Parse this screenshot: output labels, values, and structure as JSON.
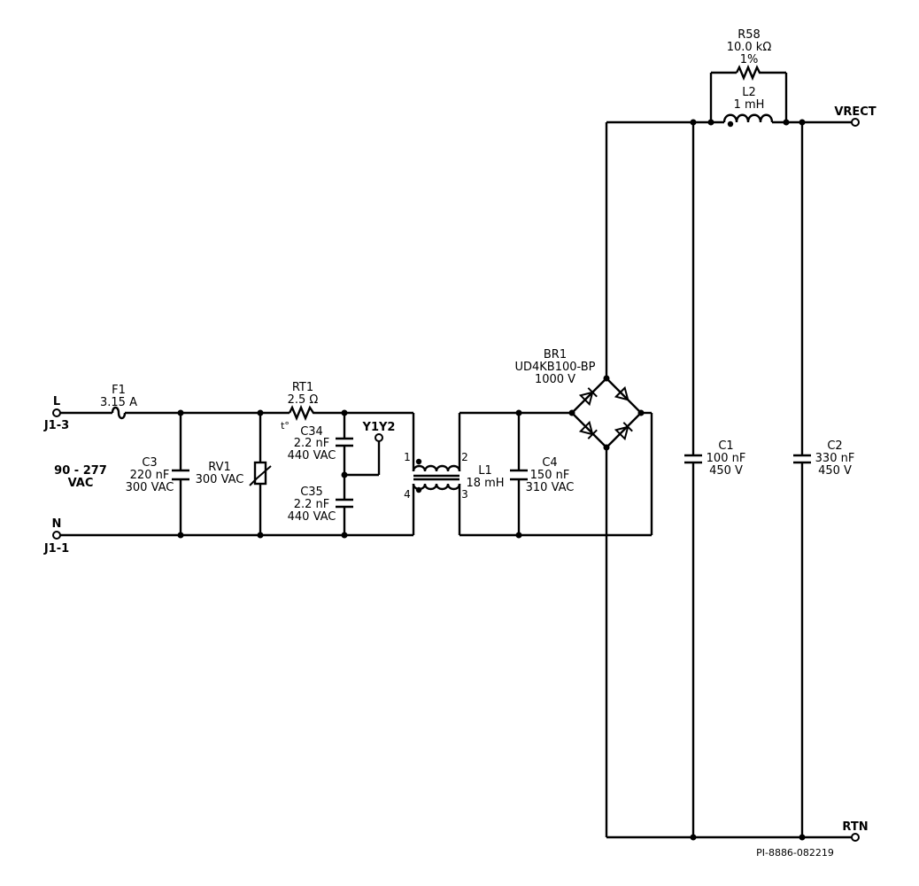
{
  "terminals": {
    "line": "L",
    "line_conn": "J1-3",
    "neutral": "N",
    "neutral_conn": "J1-1",
    "input_v1": "90 - 277",
    "input_v2": "VAC",
    "vrect": "VRECT",
    "rtn": "RTN",
    "y1y2": "Y1Y2"
  },
  "components": {
    "f1": {
      "ref": "F1",
      "value": "3.15 A"
    },
    "c3": {
      "ref": "C3",
      "value": "220 nF",
      "rating": "300 VAC"
    },
    "rv1": {
      "ref": "RV1",
      "rating": "300 VAC"
    },
    "rt1": {
      "ref": "RT1",
      "value": "2.5 Ω",
      "symbol": "t°"
    },
    "c34": {
      "ref": "C34",
      "value": "2.2 nF",
      "rating": "440 VAC"
    },
    "c35": {
      "ref": "C35",
      "value": "2.2 nF",
      "rating": "440 VAC"
    },
    "l1": {
      "ref": "L1",
      "value": "18 mH",
      "pins": [
        "1",
        "2",
        "4",
        "3"
      ]
    },
    "c4": {
      "ref": "C4",
      "value": "150 nF",
      "rating": "310 VAC"
    },
    "br1": {
      "ref": "BR1",
      "part": "UD4KB100-BP",
      "rating": "1000 V"
    },
    "c1": {
      "ref": "C1",
      "value": "100 nF",
      "rating": "450 V"
    },
    "c2": {
      "ref": "C2",
      "value": "330 nF",
      "rating": "450 V"
    },
    "r58": {
      "ref": "R58",
      "value": "10.0 kΩ",
      "tolerance": "1%"
    },
    "l2": {
      "ref": "L2",
      "value": "1 mH"
    }
  },
  "drawing_id": "PI-8886-082219"
}
